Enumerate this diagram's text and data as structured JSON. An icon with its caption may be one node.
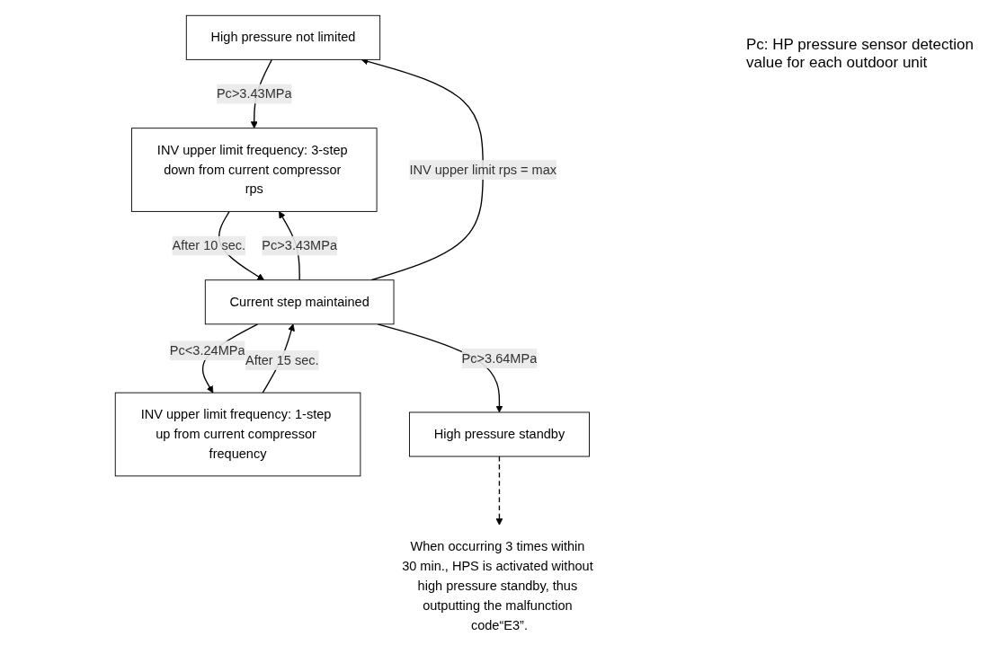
{
  "diagram": {
    "nodes": [
      {
        "text": [
          "High pressure not limited"
        ]
      },
      {
        "text": [
          "INV upper limit frequency: 3-step down from current compressor rps"
        ]
      },
      {
        "text": [
          "Current step maintained"
        ]
      },
      {
        "text": [
          "INV upper limit frequency: 1-step up from current compressor frequency"
        ]
      },
      {
        "text": [
          "High pressure standby"
        ]
      },
      {
        "text": [
          "When occurring 3 times within 30 min., HPS is activated without high pressure standby, thus outputting the malfunction code“E3”."
        ]
      }
    ],
    "edges": [
      {
        "from": 0,
        "to": 1,
        "arrow": "to",
        "label": "Pc>3.43MPa"
      },
      {
        "from": 1,
        "to": 2,
        "arrow": "to",
        "label": "After 10 sec."
      },
      {
        "from": 2,
        "to": 1,
        "arrow": "to",
        "label": "Pc>3.43MPa"
      },
      {
        "from": 2,
        "to": 0,
        "arrow": "to",
        "label": "INV upper limit rps = max"
      },
      {
        "from": 2,
        "to": 3,
        "arrow": "to",
        "label": "Pc<3.24MPa"
      },
      {
        "from": 3,
        "to": 2,
        "arrow": "to",
        "label": "After 15 sec."
      },
      {
        "from": 2,
        "to": 4,
        "arrow": "to",
        "label": "Pc>3.64MPa"
      },
      {
        "from": 4,
        "to": 5,
        "arrow": "to",
        "style": "dashed"
      }
    ],
    "labels": [
      "Pc: HP pressure sensor detection value for each outdoor unit"
    ]
  }
}
